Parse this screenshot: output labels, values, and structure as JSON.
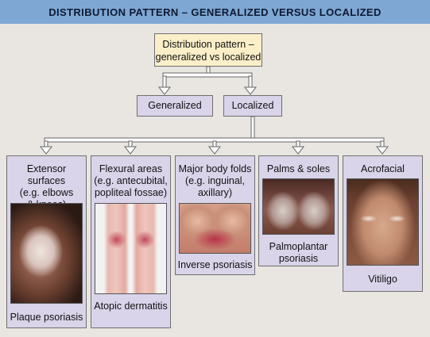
{
  "header": {
    "title": "DISTRIBUTION PATTERN – GENERALIZED VERSUS LOCALIZED"
  },
  "root": {
    "line1": "Distribution pattern –",
    "line2": "generalized vs localized"
  },
  "branches": {
    "generalized": "Generalized",
    "localized": "Localized"
  },
  "categories": [
    {
      "title_lines": [
        "Extensor surfaces",
        "(e.g. elbows",
        "& knees)"
      ],
      "caption_lines": [
        "Plaque psoriasis"
      ],
      "photo": "elbow-plaque-photo"
    },
    {
      "title_lines": [
        "Flexural areas",
        "(e.g. antecubital,",
        "popliteal fossae)"
      ],
      "caption_lines": [
        "Atopic dermatitis"
      ],
      "photo": "legs-popliteal-photo"
    },
    {
      "title_lines": [
        "Major body folds",
        "(e.g. inguinal,",
        "axillary)"
      ],
      "caption_lines": [
        "Inverse psoriasis"
      ],
      "photo": "inframammary-fold-photo"
    },
    {
      "title_lines": [
        "Palms & soles"
      ],
      "caption_lines": [
        "Palmoplantar",
        "psoriasis"
      ],
      "photo": "hands-palms-photo"
    },
    {
      "title_lines": [
        "Acrofacial"
      ],
      "caption_lines": [
        "Vitiligo"
      ],
      "photo": "child-face-photo"
    }
  ],
  "colors": {
    "header_bg": "#7ea7d4",
    "root_bg": "#faefc8",
    "box_bg": "#d9d4ea",
    "page_bg": "#e9e6e1"
  }
}
